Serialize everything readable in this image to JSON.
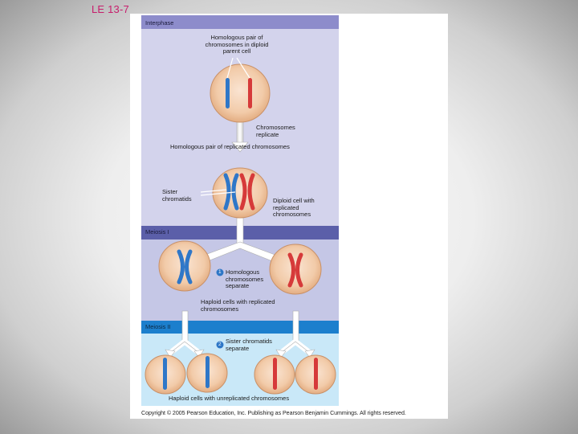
{
  "slide_title": "LE 13-7",
  "stages": {
    "interphase": "Interphase",
    "meiosis1": "Meiosis I",
    "meiosis2": "Meiosis II"
  },
  "labels": {
    "homologous_pair": "Homologous pair of chromosomes in diploid parent cell",
    "chromosomes_replicate": "Chromosomes replicate",
    "homologous_pair_replicated": "Homologous pair of replicated chromosomes",
    "sister_chromatids": "Sister chromatids",
    "diploid_cell": "Diploid cell with replicated chromosomes",
    "homologous_separate": "Homologous chromosomes separate",
    "haploid_replicated": "Haploid cells with replicated chromosomes",
    "sister_separate": "Sister chromatids separate",
    "haploid_unreplicated": "Haploid cells with unreplicated chromosomes",
    "step1": "1",
    "step2": "2"
  },
  "copyright": "Copyright © 2005 Pearson Education, Inc. Publishing as Pearson Benjamin Cummings. All rights reserved.",
  "colors": {
    "interphase_band": "#8d8ccb",
    "interphase_bg": "#d3d3ec",
    "meiosis1_band": "#5b5fa9",
    "meiosis1_bg": "#c5c7e6",
    "meiosis2_band": "#1c7fcd",
    "meiosis2_bg": "#c9e8f8",
    "cell_fill": "#f4d0b3",
    "chromosome_blue": "#2f77c8",
    "chromosome_red": "#d63a3a",
    "title_color": "#c71e6c"
  }
}
